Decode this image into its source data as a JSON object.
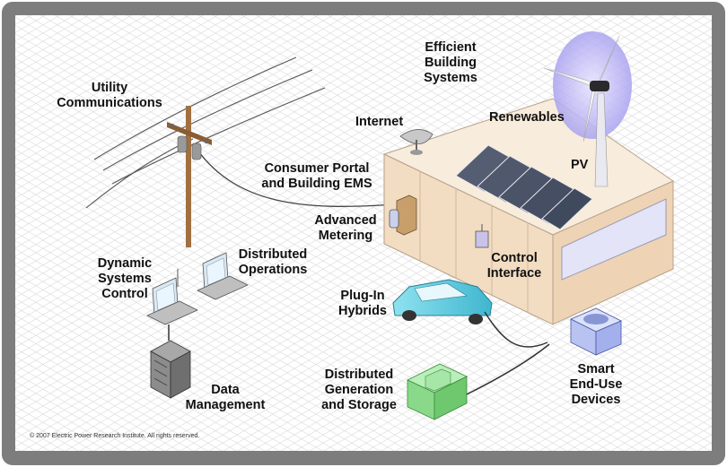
{
  "labels": {
    "utility_communications": [
      "Utility",
      "Communications"
    ],
    "efficient_building_systems": [
      "Efficient",
      "Building",
      "Systems"
    ],
    "internet": [
      "Internet"
    ],
    "renewables": [
      "Renewables"
    ],
    "pv": [
      "PV"
    ],
    "consumer_portal": [
      "Consumer Portal",
      "and Building EMS"
    ],
    "advanced_metering": [
      "Advanced",
      "Metering"
    ],
    "control_interface": [
      "Control",
      "Interface"
    ],
    "distributed_operations": [
      "Distributed",
      "Operations"
    ],
    "dynamic_systems_control": [
      "Dynamic",
      "Systems",
      "Control"
    ],
    "plug_in_hybrids": [
      "Plug-In",
      "Hybrids"
    ],
    "data_management": [
      "Data",
      "Management"
    ],
    "distributed_generation": [
      "Distributed",
      "Generation",
      "and Storage"
    ],
    "smart_end_use_devices": [
      "Smart",
      "End-Use",
      "Devices"
    ]
  },
  "copyright": "© 2007 Electric Power Research Institute. All rights reserved."
}
